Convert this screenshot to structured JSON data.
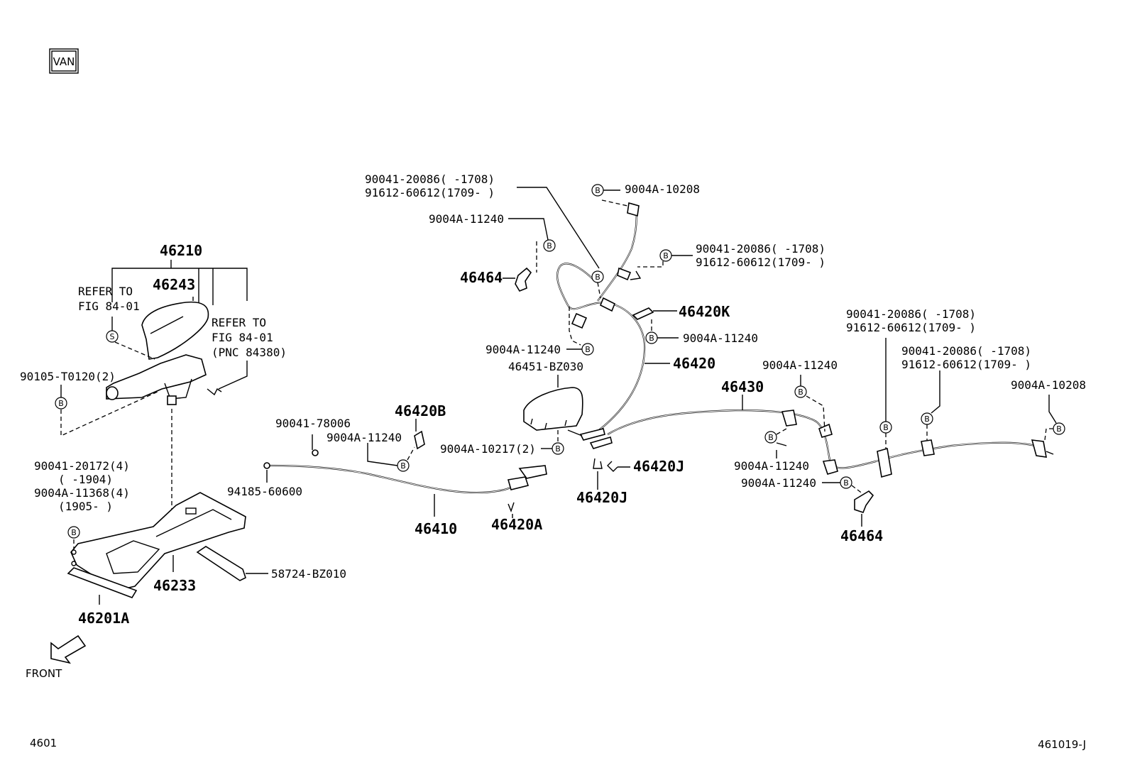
{
  "badge": "VAN",
  "footer": {
    "left_code": "4601",
    "right_code": "461019-J",
    "front_label": "FRONT"
  },
  "symbols": {
    "bolt": "B",
    "screw": "S"
  },
  "labels": {
    "p46210": "46210",
    "p46243": "46243",
    "refer1_l1": "REFER TO",
    "refer1_l2": "FIG 84-01",
    "refer2_l1": "REFER TO",
    "refer2_l2": "FIG 84-01",
    "refer2_l3": "(PNC 84380)",
    "p90105": "90105-T0120(2)",
    "p90041_20172": "90041-20172(4)",
    "p_1904": "(     -1904)",
    "p9004A_11368": "9004A-11368(4)",
    "p_1905": "(1905-     )",
    "p46233": "46233",
    "p46201A": "46201A",
    "p58724": "58724-BZ010",
    "p90041_78006": "90041-78006",
    "p46420B": "46420B",
    "p9004A_11240_a": "9004A-11240",
    "p94185": "94185-60600",
    "p46410": "46410",
    "p46420A": "46420A",
    "p46451": "46451-BZ030",
    "p9004A_10217": "9004A-10217(2)",
    "p46420J_a": "46420J",
    "p46420J_b": "46420J",
    "p9004A_11240_b": "9004A-11240",
    "p46464_a": "46464",
    "p9004A_11240_c": "9004A-11240",
    "p90041_20086_a": "90041-20086(     -1708)",
    "p91612_60612_a": "91612-60612(1709-     )",
    "p9004A_10208_a": "9004A-10208",
    "p90041_20086_b": "90041-20086(     -1708)",
    "p91612_60612_b": "91612-60612(1709-     )",
    "p46420K": "46420K",
    "p9004A_11240_d": "9004A-11240",
    "p46420": "46420",
    "p46430": "46430",
    "p9004A_11240_e": "9004A-11240",
    "p90041_20086_c": "90041-20086(     -1708)",
    "p91612_60612_c": "91612-60612(1709-     )",
    "p90041_20086_d": "90041-20086(     -1708)",
    "p91612_60612_d": "91612-60612(1709-     )",
    "p9004A_10208_b": "9004A-10208",
    "p9004A_11240_f": "9004A-11240",
    "p9004A_11240_g": "9004A-11240",
    "p46464_b": "46464"
  }
}
